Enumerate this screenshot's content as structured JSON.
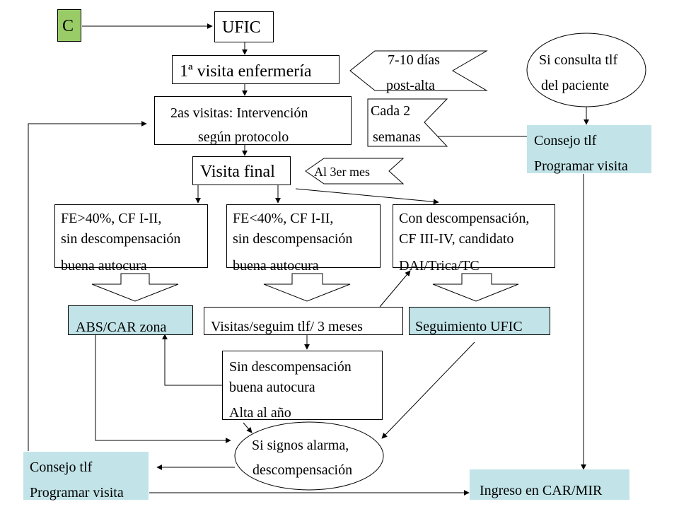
{
  "colors": {
    "node_c_fill": "#99cc66",
    "teal_box": "#c2e4e8",
    "line": "#000000"
  },
  "diagram": {
    "node_c": "C",
    "ufic": "UFIC",
    "first_visit": "1ª visita enfermería",
    "note_first": [
      "7-10 días",
      "post-alta"
    ],
    "phone_check": [
      "Si consulta tlf",
      "del paciente"
    ],
    "second_visits": [
      "2as visitas: Intervención",
      "según protocolo"
    ],
    "note_second": [
      "Cada 2",
      "semanas"
    ],
    "phone_advice_top": [
      "Consejo tlf",
      "Programar visita"
    ],
    "final_visit": "Visita final",
    "note_final": "Al 3er mes",
    "branch_1": [
      "FE>40%, CF I-II,",
      "sin descompensación",
      "buena autocura"
    ],
    "branch_2": [
      "FE<40%, CF I-II,",
      "sin descompensación",
      "buena autocura"
    ],
    "branch_3": [
      "Con descompensación,",
      "CF III-IV, candidato",
      "DAI/Trica/TC"
    ],
    "out_1": "ABS/CAR zona",
    "out_2": "Visitas/seguim tlf/ 3 meses",
    "out_3": "Seguimiento UFIC",
    "no_decomp": [
      "Sin descompensación",
      "buena autocura",
      "Alta al año"
    ],
    "alarm": [
      "Si signos alarma,",
      "descompensación"
    ],
    "phone_advice_bottom": [
      "Consejo tlf",
      "Programar visita"
    ],
    "admission": "Ingreso en CAR/MIR"
  }
}
